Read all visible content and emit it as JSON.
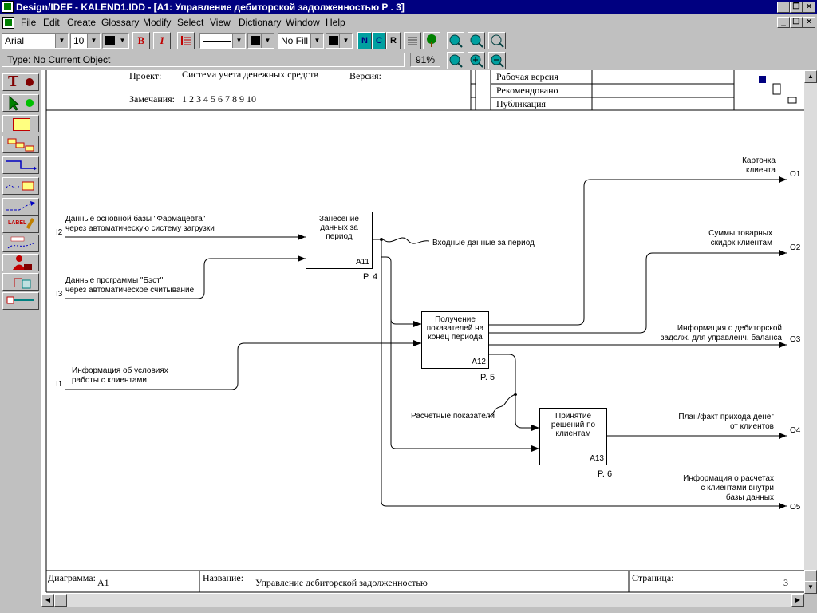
{
  "window": {
    "title": "Design/IDEF - KALEND1.IDD - [A1: Управление дебиторской задолженностью  P . 3]"
  },
  "menu": [
    "File",
    "Edit",
    "Create",
    "Glossary",
    "Modify",
    "Select",
    "View",
    "Dictionary",
    "Window",
    "Help"
  ],
  "toolbar": {
    "font": "Arial",
    "size": "10",
    "bold": "B",
    "italic": "I",
    "fill": "No Fill",
    "n": "N",
    "c": "C",
    "r": "R"
  },
  "status": {
    "type_text": "Type: No Current Object",
    "zoom": "91%"
  },
  "palette": {
    "text_tool": "T",
    "label_tool": "LABEL"
  },
  "header": {
    "project_label": "Проект:",
    "project_value": "Система учета денежных средств",
    "version_label": "Версия:",
    "notes_label": "Замечания:",
    "notes_numbers": "1  2  3  4  5  6  7  8  9  10",
    "status_rows": [
      "Рабочая версия",
      "Рекомендовано",
      "Публикация"
    ]
  },
  "footer": {
    "diagram_label": "Диаграмма:",
    "diagram_value": "A1",
    "name_label": "Название:",
    "name_value": "Управление дебиторской задолженностью",
    "page_label": "Страница:",
    "page_value": "3"
  },
  "boxes": [
    {
      "text": [
        "Занесение",
        "данных за",
        "период"
      ],
      "id": "A11",
      "ref": "P. 4"
    },
    {
      "text": [
        "Получение",
        "показателей на",
        "конец периода"
      ],
      "id": "A12",
      "ref": "P. 5"
    },
    {
      "text": [
        "Принятие",
        "решений по",
        "клиентам"
      ],
      "id": "A13",
      "ref": "P. 6"
    }
  ],
  "inputs": [
    {
      "code": "I2",
      "text": [
        "Данные основной базы \"Фармацевта\"",
        "через автоматическую систему загрузки"
      ]
    },
    {
      "code": "I3",
      "text": [
        "Данные программы \"Бэст\"",
        "через автоматическое считывание"
      ]
    },
    {
      "code": "I1",
      "text": [
        "Информация об условиях",
        "работы с клиентами"
      ]
    }
  ],
  "outputs": [
    {
      "code": "O1",
      "text": [
        "Карточка",
        "клиента"
      ]
    },
    {
      "code": "O2",
      "text": [
        "Суммы товарных",
        "скидок клиентам"
      ]
    },
    {
      "code": "O3",
      "text": [
        "Информация о дебиторской",
        "задолж. для управленч. баланса"
      ]
    },
    {
      "code": "O4",
      "text": [
        "План/факт прихода денег",
        "от клиентов"
      ]
    },
    {
      "code": "O5",
      "text": [
        "Информация о расчетах",
        "с клиентами внутри",
        "базы данных"
      ]
    }
  ],
  "internal": {
    "input_period": "Входные данные за период",
    "calc_indicators": "Расчетные показатели"
  },
  "colors": {
    "titlebar": "#000080",
    "text_tool_icon": "#800000",
    "teal_button": "#00a0a0"
  }
}
